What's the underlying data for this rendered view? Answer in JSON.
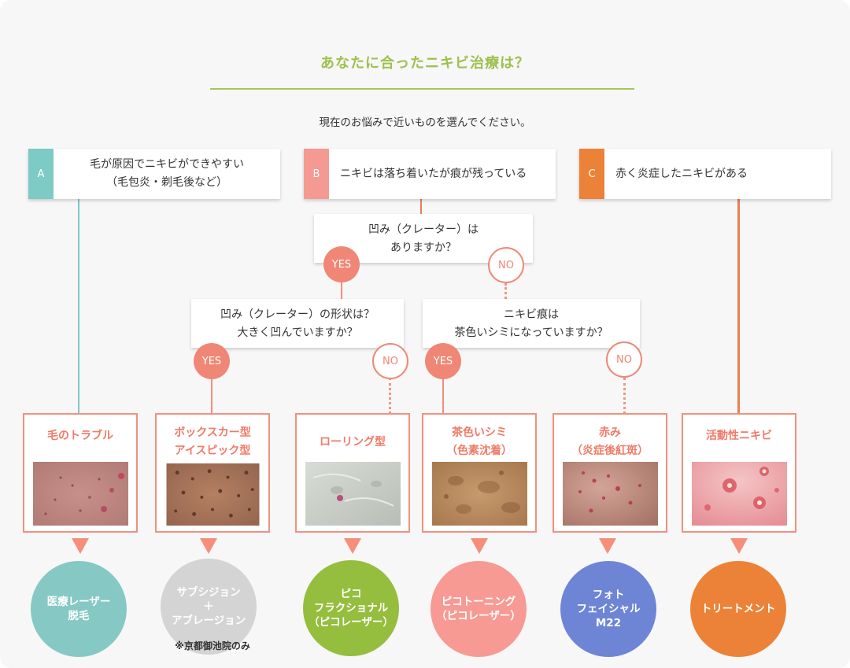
{
  "title": "あなたに合ったニキビ治療は？",
  "subtitle": "現在のお悩みで近いものを選んでください。",
  "categories": [
    {
      "badge": "A",
      "line1": "毛が原因でニキビができやすい",
      "line2": "（毛包炎・剃毛後など）",
      "color": "#7ecac4"
    },
    {
      "badge": "B",
      "line1": "ニキビは落ち着いたが痕が残っている",
      "line2": "",
      "color": "#f49a92"
    },
    {
      "badge": "C",
      "line1": "赤く炎症したニキビがある",
      "line2": "",
      "color": "#ec8238"
    }
  ],
  "questions": {
    "q1": {
      "line1": "凹み（クレーター）は",
      "line2": "ありますか？"
    },
    "q2": {
      "line1": "凹み（クレーター）の形状は？",
      "line2": "大きく凹んでいますか？"
    },
    "q3": {
      "line1": "ニキビ痕は",
      "line2": "茶色いシミになっていますか？"
    }
  },
  "answers": {
    "yes": "YES",
    "no": "NO"
  },
  "results": [
    {
      "line1": "毛のトラブル",
      "line2": ""
    },
    {
      "line1": "ボックスカー型",
      "line2": "アイスピック型"
    },
    {
      "line1": "ローリング型",
      "line2": ""
    },
    {
      "line1": "茶色いシミ",
      "line2": "（色素沈着）"
    },
    {
      "line1": "赤み",
      "line2": "（炎症後紅斑）"
    },
    {
      "line1": "活動性ニキビ",
      "line2": ""
    }
  ],
  "treatments": [
    {
      "lines": [
        "医療レーザー",
        "脱毛"
      ],
      "color": "#86c8c4"
    },
    {
      "lines": [
        "サブシジョン",
        "＋",
        "アブレージョン"
      ],
      "color": "#d4d4d4"
    },
    {
      "lines": [
        "ピコ",
        "フラクショナル",
        "（ピコレーザー）"
      ],
      "color": "#95bd3e"
    },
    {
      "lines": [
        "ピコトーニング",
        "（ピコレーザー）"
      ],
      "color": "#f79a94"
    },
    {
      "lines": [
        "フォト",
        "フェイシャル",
        "M22"
      ],
      "color": "#6e85d6"
    },
    {
      "lines": [
        "トリートメント"
      ],
      "color": "#ec8238"
    }
  ],
  "note": "※京都御池院のみ",
  "colors": {
    "accent_green": "#9dc04e",
    "salmon": "#f08776",
    "orange_line": "#e87f52"
  }
}
